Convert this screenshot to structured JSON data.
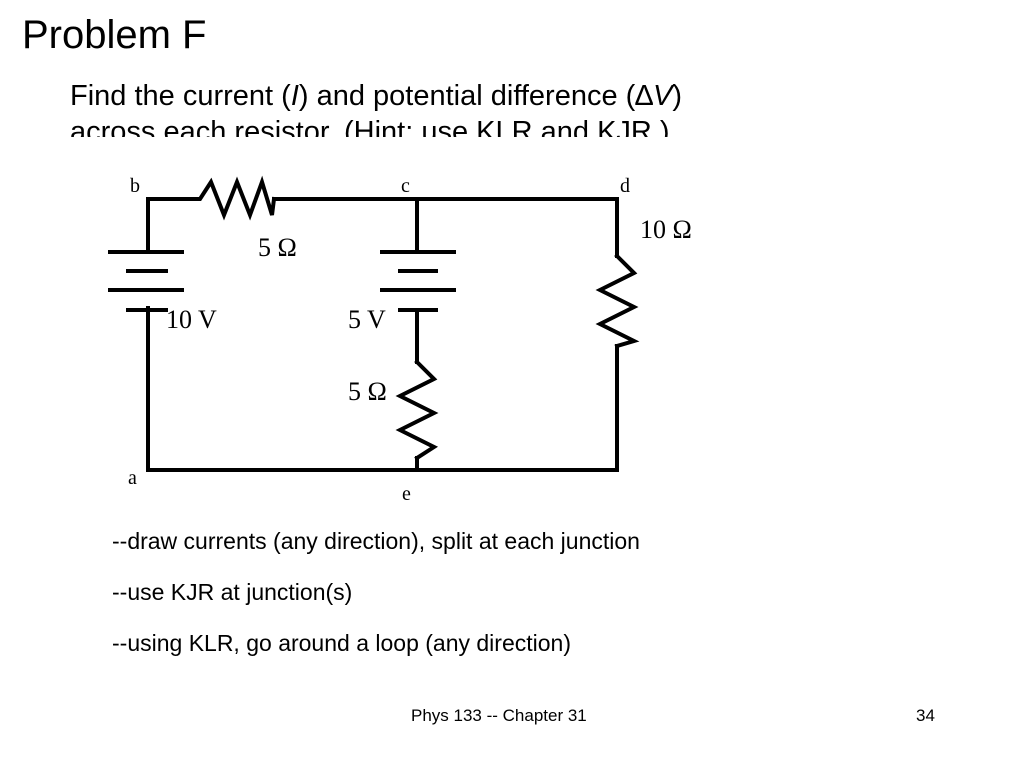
{
  "slide": {
    "title": "Problem F",
    "prompt": {
      "line1_pre": "Find the current (",
      "line1_current_symbol": "I",
      "line1_mid": ") and potential difference (",
      "line1_delta": "∆",
      "line1_voltage_symbol": "V",
      "line1_post": ")",
      "line2": "across each resistor.  (Hint: use KLR and KJR.)"
    },
    "steps": [
      "--draw currents (any direction), split at each junction",
      "--use KJR at junction(s)",
      "--using KLR, go around a loop (any direction)"
    ],
    "footer": {
      "course": "Phys 133 -- Chapter 31",
      "page": "34"
    }
  },
  "circuit": {
    "nodes": {
      "a": "a",
      "b": "b",
      "c": "c",
      "d": "d",
      "e": "e"
    },
    "components": {
      "top_resistor": "5 Ω",
      "left_battery": "10 V",
      "middle_battery": "5 V",
      "middle_resistor": "5 Ω",
      "right_resistor": "10 Ω"
    }
  }
}
